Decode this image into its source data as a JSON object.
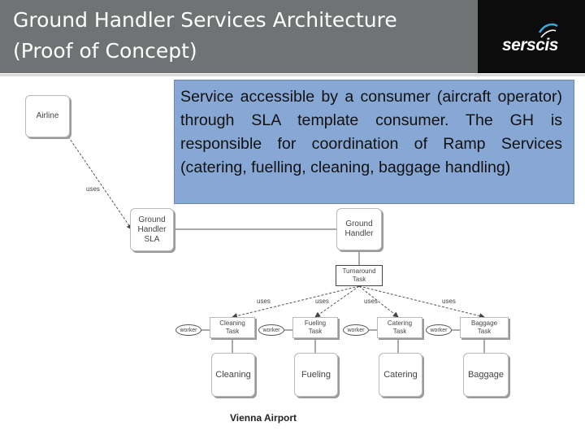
{
  "header": {
    "title": "Ground Handler Services Architecture\n(Proof of Concept)",
    "logo_text": "serscis"
  },
  "callout": {
    "text": "Service accessible by a consumer (aircraft operator) through SLA template consumer. The GH is responsible for coordination of Ramp Services (catering, fuelling, cleaning, baggage handling)"
  },
  "diagram": {
    "airline": "Airline",
    "gh_sla": "Ground\nHandler\nSLA",
    "ground_handler": "Ground\nHandler",
    "turnaround_task": "Turnaround\nTask",
    "uses_label": "uses",
    "tasks": [
      "Cleaning\nTask",
      "Fueling\nTask",
      "Catering\nTask",
      "Baggage\nTask"
    ],
    "services": [
      "Cleaning",
      "Fueling",
      "Catering",
      "Baggage"
    ],
    "worker_label": "worker"
  },
  "footer": {
    "caption": "Vienna Airport"
  }
}
